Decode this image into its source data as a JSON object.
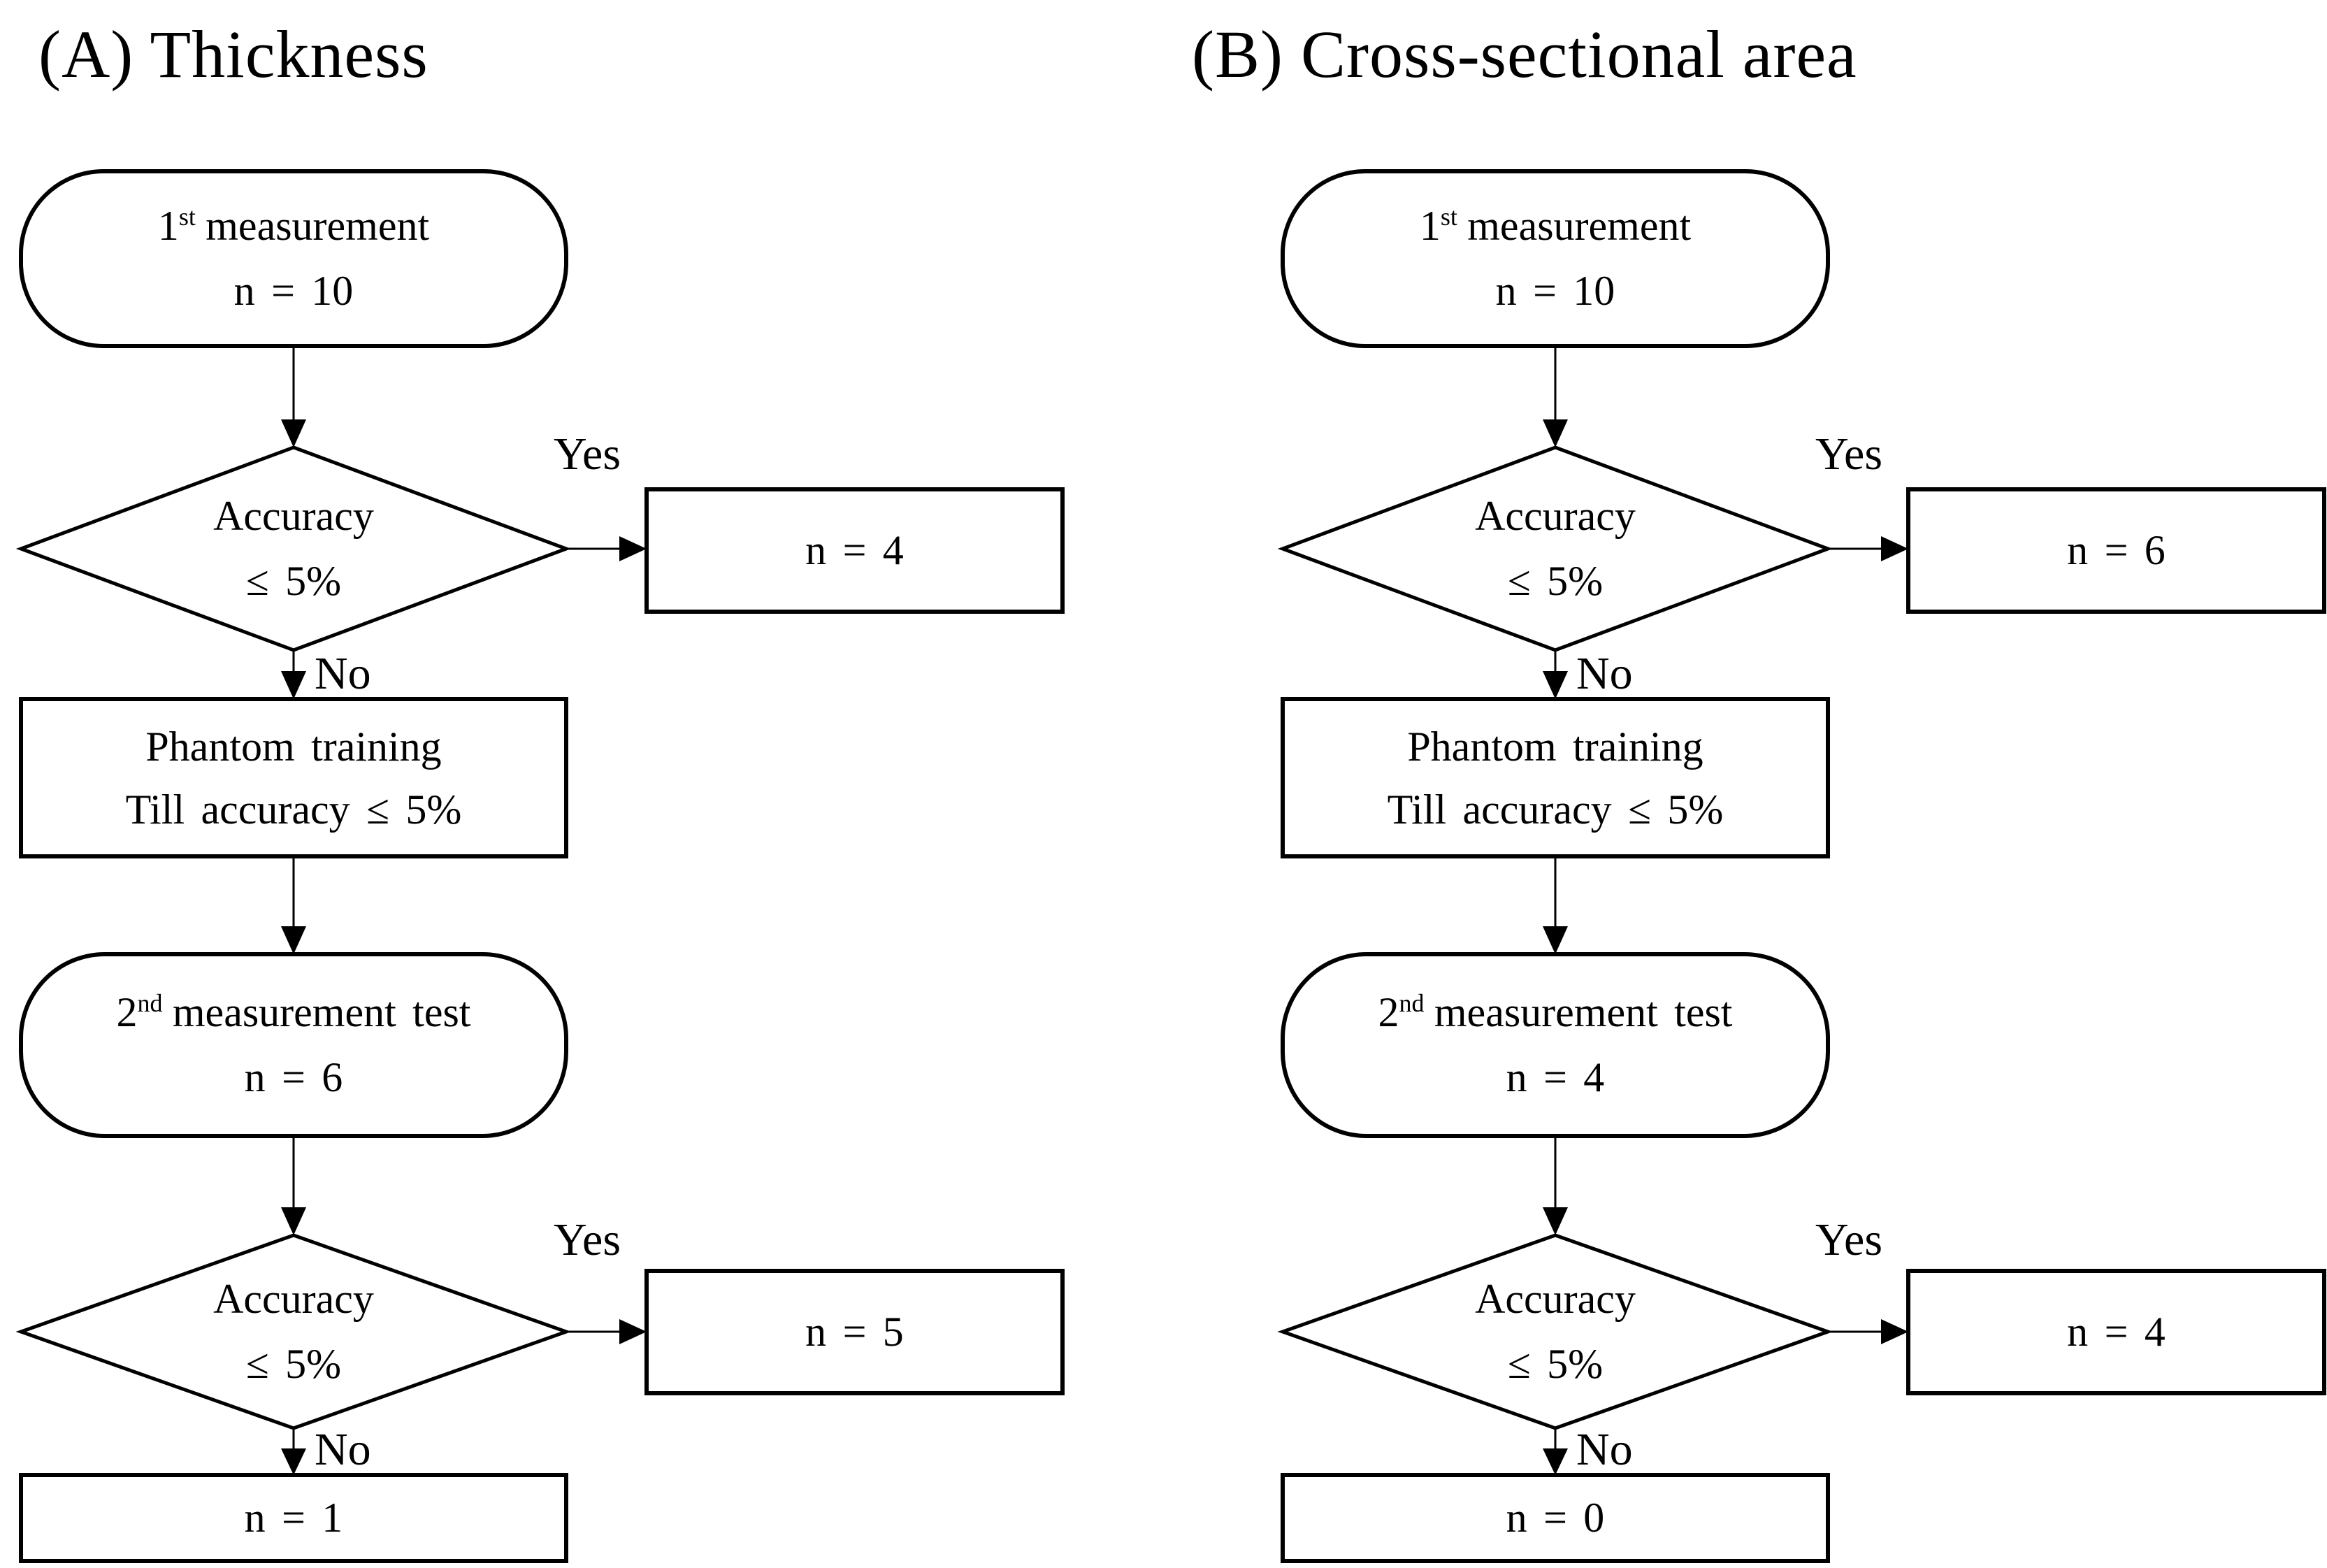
{
  "figure": {
    "type": "flowchart-figure",
    "panels": 2
  },
  "colors": {
    "ink": "#000000",
    "background": "#ffffff"
  },
  "flowcharts": [
    {
      "id": "A",
      "title": "(A) Thickness",
      "start": {
        "base": "1",
        "sup": "st",
        "rest": "measurement",
        "line2": "n = 10"
      },
      "decision1": {
        "line1": "Accuracy",
        "line2": "≤ 5%"
      },
      "yes1": {
        "label": "Yes",
        "value": "n = 4"
      },
      "no1": {
        "label": "No"
      },
      "process": {
        "line1": "Phantom training",
        "line2": "Till accuracy ≤ 5%"
      },
      "retest": {
        "base": "2",
        "sup": "nd",
        "rest": "measurement test",
        "line2": "n = 6"
      },
      "decision2": {
        "line1": "Accuracy",
        "line2": "≤ 5%"
      },
      "yes2": {
        "label": "Yes",
        "value": "n = 5"
      },
      "no2": {
        "label": "No",
        "value": "n = 1"
      }
    },
    {
      "id": "B",
      "title": "(B) Cross-sectional area",
      "start": {
        "base": "1",
        "sup": "st",
        "rest": "measurement",
        "line2": "n = 10"
      },
      "decision1": {
        "line1": "Accuracy",
        "line2": "≤ 5%"
      },
      "yes1": {
        "label": "Yes",
        "value": "n = 6"
      },
      "no1": {
        "label": "No"
      },
      "process": {
        "line1": "Phantom training",
        "line2": "Till accuracy ≤ 5%"
      },
      "retest": {
        "base": "2",
        "sup": "nd",
        "rest": "measurement test",
        "line2": "n = 4"
      },
      "decision2": {
        "line1": "Accuracy",
        "line2": "≤ 5%"
      },
      "yes2": {
        "label": "Yes",
        "value": "n = 4"
      },
      "no2": {
        "label": "No",
        "value": "n = 0"
      }
    }
  ]
}
